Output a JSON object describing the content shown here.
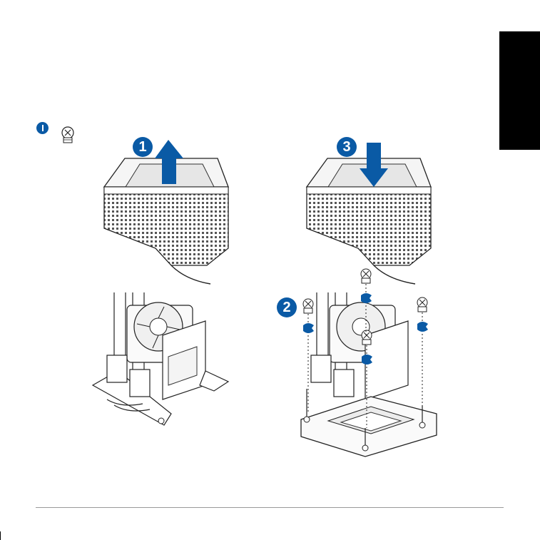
{
  "steps": {
    "one": "1",
    "two": "2",
    "three": "3"
  },
  "colors": {
    "accent": "#0a5aa5",
    "tab": "#000000",
    "rule": "#9a9a9a"
  },
  "icons": {
    "screw": "screw-icon",
    "arrow_up": "arrow-up-icon",
    "arrow_down": "arrow-down-icon",
    "rotate": "rotate-icon"
  }
}
